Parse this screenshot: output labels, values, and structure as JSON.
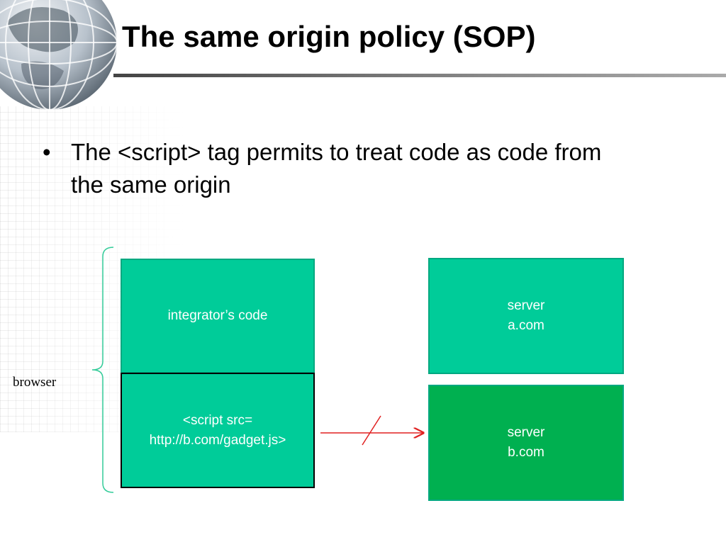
{
  "slide": {
    "title": "The same origin policy (SOP)",
    "bullet": "The <script> tag permits to treat code as code from the same origin",
    "bullet_marker": "•"
  },
  "diagram": {
    "browser_label": "browser",
    "boxes": {
      "integrator": "integrator’s code",
      "script": "<script  src=\nhttp://b.com/gadget.js>",
      "server_a": "server\na.com",
      "server_b": "server\nb.com"
    },
    "colors": {
      "box_teal": "#00cc99",
      "box_green": "#00b050",
      "arrow": "#e02020",
      "brace": "#33cc99"
    },
    "arrow": {
      "from": "script",
      "to": "server_b",
      "blocked": true
    }
  }
}
